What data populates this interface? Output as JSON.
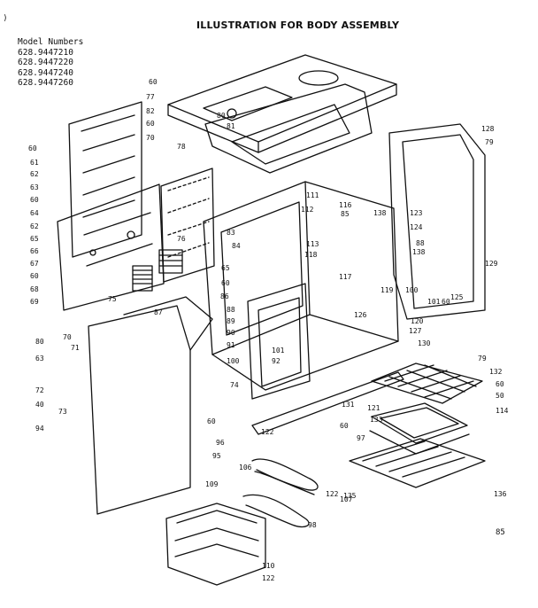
{
  "title": "ILLUSTRATION FOR BODY ASSEMBLY",
  "model_header": "Model Numbers",
  "model_numbers": [
    "628.9447210",
    "628.9447220",
    "628.9447240",
    "628.9447260"
  ],
  "page_number": "85",
  "corner_mark": ")",
  "part_labels": [
    "60",
    "77",
    "82",
    "80",
    "81",
    "60",
    "70",
    "78",
    "60",
    "61",
    "62",
    "63",
    "60",
    "64",
    "62",
    "65",
    "66",
    "67",
    "60",
    "68",
    "69",
    "128",
    "79",
    "111",
    "116",
    "112",
    "85",
    "83",
    "84",
    "138",
    "123",
    "124",
    "88",
    "129",
    "76",
    "75",
    "60",
    "65",
    "86",
    "138",
    "113",
    "118",
    "117",
    "119",
    "100",
    "101",
    "60",
    "125",
    "120",
    "126",
    "127",
    "130",
    "79",
    "87",
    "88",
    "89",
    "90",
    "91",
    "100",
    "101",
    "92",
    "74",
    "70",
    "80",
    "63",
    "71",
    "72",
    "40",
    "73",
    "94",
    "60",
    "96",
    "95",
    "122",
    "60",
    "131",
    "132",
    "60",
    "50",
    "121",
    "133",
    "114",
    "97",
    "106",
    "122",
    "107",
    "98",
    "109",
    "110",
    "122",
    "135",
    "136"
  ]
}
